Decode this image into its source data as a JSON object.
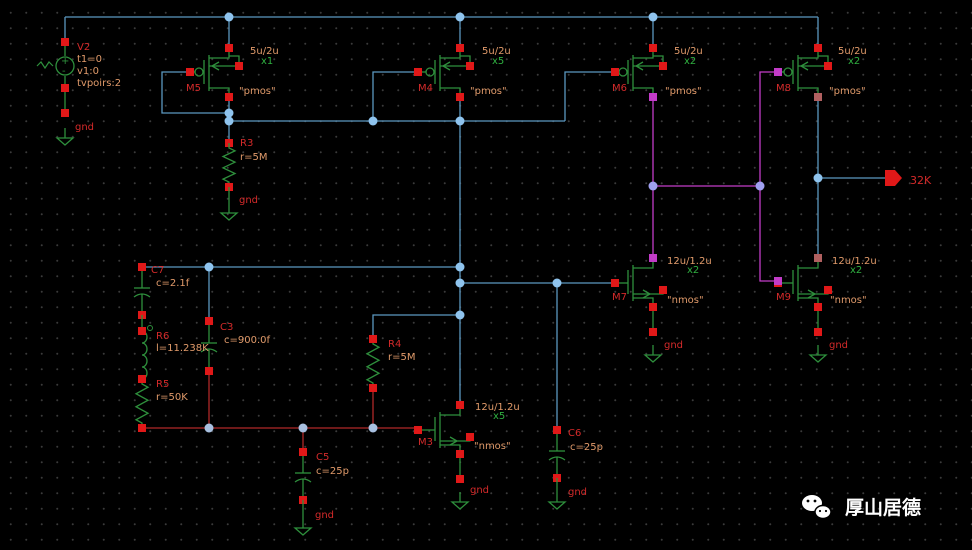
{
  "colors": {
    "wire": "#5b98c0",
    "component": "#2e8f3c",
    "pin": "#e01818",
    "node": "#8fc4ee",
    "net_magenta": "#c23cc8",
    "net_red": "#b02828",
    "background": "#000000"
  },
  "components": {
    "V2": {
      "name": "V2",
      "params": [
        "t1=0",
        "v1:0",
        "tvpoirs:2"
      ],
      "gnd": "gnd"
    },
    "M5": {
      "name": "M5",
      "size": "5u/2u",
      "mult": "x1",
      "model": "\"pmos\""
    },
    "M4": {
      "name": "M4",
      "size": "5u/2u",
      "mult": "x5",
      "model": "\"pmos\""
    },
    "M6": {
      "name": "M6",
      "size": "5u/2u",
      "mult": "x2",
      "model": "\"pmos\""
    },
    "M8": {
      "name": "M8",
      "size": "5u/2u",
      "mult": "x2",
      "model": "\"pmos\""
    },
    "M7": {
      "name": "M7",
      "size": "12u/1.2u",
      "mult": "x2",
      "model": "\"nmos\"",
      "gnd": "gnd"
    },
    "M9": {
      "name": "M9",
      "size": "12u/1.2u",
      "mult": "x2",
      "model": "\"nmos\"",
      "gnd": "gnd"
    },
    "M3": {
      "name": "M3",
      "size": "12u/1.2u",
      "mult": "x5",
      "model": "\"nmos\"",
      "gnd": "gnd"
    },
    "R3": {
      "name": "R3",
      "value": "r=5M",
      "gnd": "gnd"
    },
    "R4": {
      "name": "R4",
      "value": "r=5M"
    },
    "R5": {
      "name": "R5",
      "value": "r=50K"
    },
    "R6": {
      "name": "R6",
      "value": "l=11.238K"
    },
    "C7": {
      "name": "C7",
      "value": "c=2.1f"
    },
    "C3": {
      "name": "C3",
      "value": "c=900.0f"
    },
    "C5": {
      "name": "C5",
      "value": "c=25p",
      "gnd": "gnd"
    },
    "C6": {
      "name": "C6",
      "value": "c=25p",
      "gnd": "gnd"
    }
  },
  "output_pin": {
    "label": "32K"
  },
  "watermark": {
    "text": "厚山居德",
    "icon": "wechat-icon"
  }
}
